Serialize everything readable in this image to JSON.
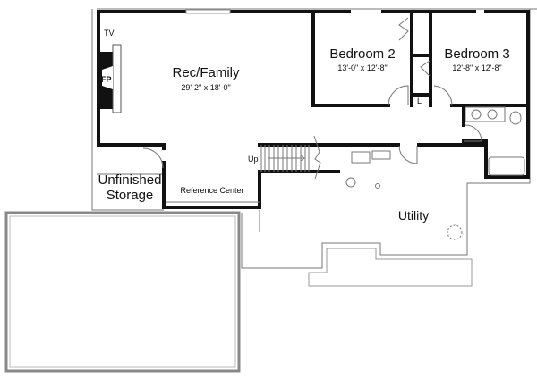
{
  "plan": {
    "rooms": {
      "rec_family": {
        "name": "Rec/Family",
        "dims": "29'-2\" x 18'-0\""
      },
      "bedroom2": {
        "name": "Bedroom 2",
        "dims": "13'-0\" x 12'-8\""
      },
      "bedroom3": {
        "name": "Bedroom 3",
        "dims": "12'-8\" x 12'-8\""
      },
      "storage_line1": "Unfinished",
      "storage_line2": "Storage",
      "utility": "Utility"
    },
    "labels": {
      "tv": "TV",
      "fp": "FP",
      "up": "Up",
      "linen": "L",
      "reference_center": "Reference Center"
    }
  }
}
